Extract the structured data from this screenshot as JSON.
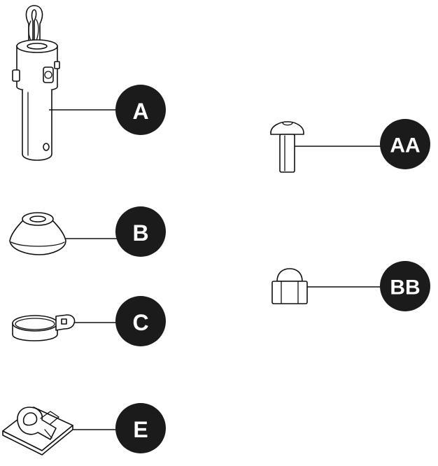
{
  "labels": {
    "a": "A",
    "b": "B",
    "c": "C",
    "e": "E",
    "aa": "AA",
    "bb": "BB"
  },
  "colors": {
    "badge": "#1b1b1b",
    "badge_text": "#ffffff",
    "line": "#111111",
    "background": "#ffffff"
  }
}
